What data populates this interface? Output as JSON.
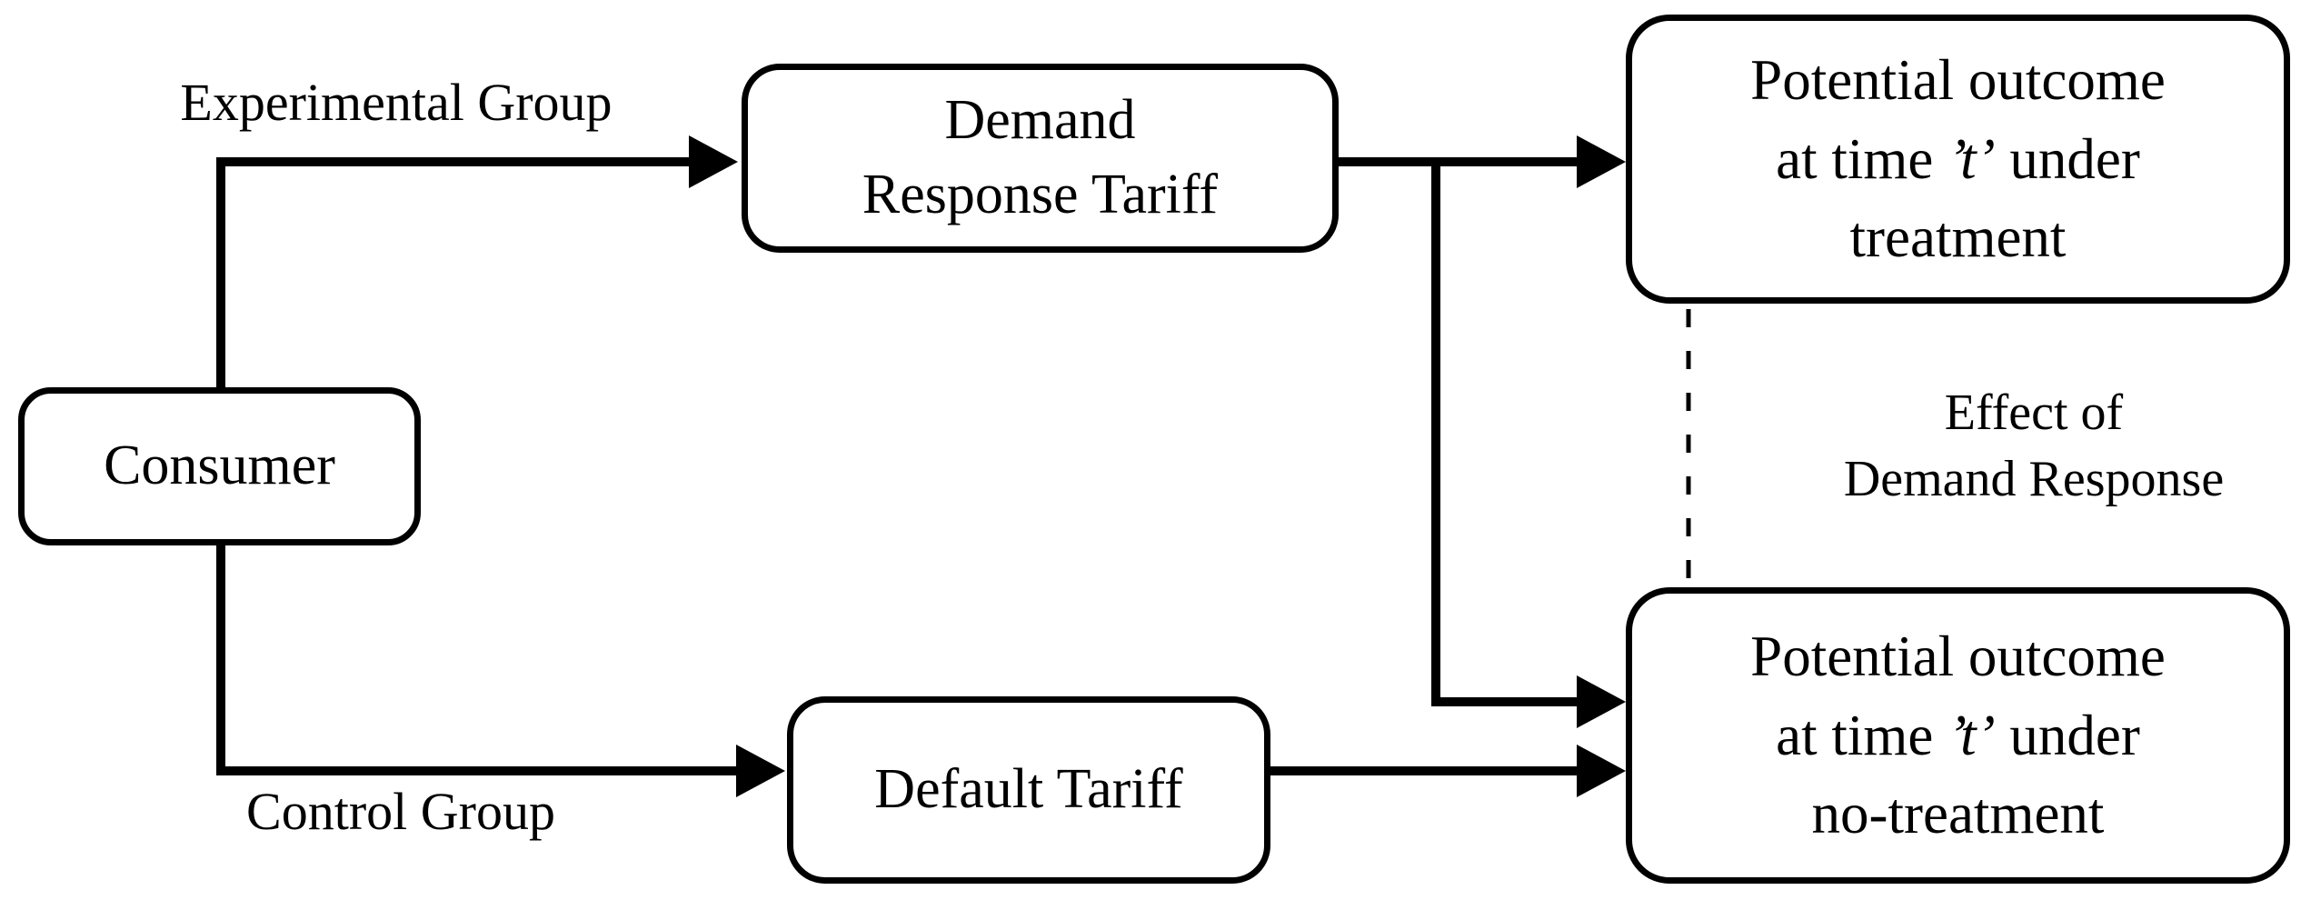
{
  "figure": {
    "colors": {
      "background": "#ffffff",
      "line": "#000000",
      "text": "#000000",
      "node_fill": "#ffffff"
    },
    "labels": {
      "experimental_group": "Experimental Group",
      "control_group": "Control Group",
      "effect": {
        "line1": "Effect of",
        "line2": "Demand Response"
      }
    },
    "nodes": {
      "consumer": {
        "label": "Consumer"
      },
      "demand_response_tariff": {
        "line1": "Demand",
        "line2": "Response Tariff"
      },
      "default_tariff": {
        "label": "Default Tariff"
      },
      "potential_outcome_treatment": {
        "line1": "Potential outcome",
        "line2_prefix": "at time ",
        "line2_t": "’t’",
        "line2_suffix": " under",
        "line3": "treatment"
      },
      "potential_outcome_no_treatment": {
        "line1": "Potential outcome",
        "line2_prefix": "at time ",
        "line2_t": "’t’",
        "line2_suffix": " under",
        "line3": "no-treatment"
      }
    }
  }
}
